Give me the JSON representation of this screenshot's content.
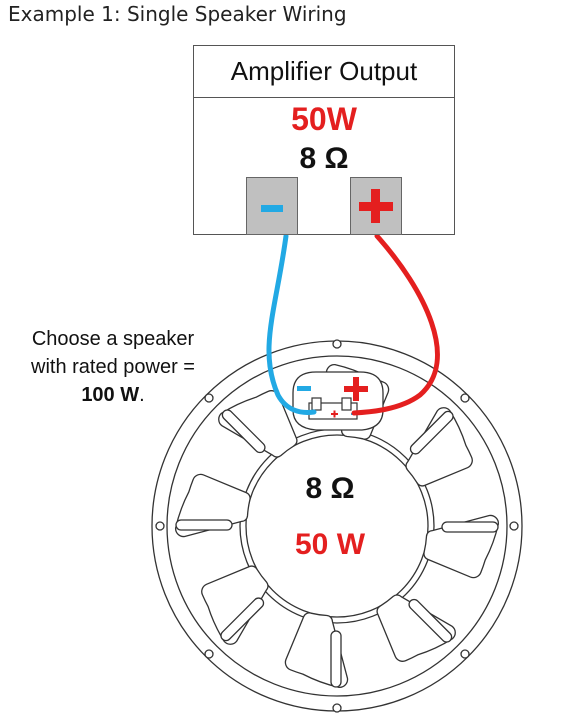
{
  "title": "Example 1: Single Speaker Wiring",
  "amplifier": {
    "label": "Amplifier Output",
    "power": "50W",
    "impedance": "8 Ω",
    "negative_terminal": "-",
    "positive_terminal": "+"
  },
  "note": {
    "line1": "Choose a speaker",
    "line2": "with rated power =",
    "value": "100 W",
    "suffix": "."
  },
  "speaker": {
    "impedance": "8 Ω",
    "power": "50 W",
    "negative_marker": "-",
    "positive_marker": "+"
  },
  "colors": {
    "negative_wire": "#22a9e4",
    "positive_wire": "#e41f1f",
    "frame": "#333333",
    "terminal": "#c0c0c0"
  }
}
